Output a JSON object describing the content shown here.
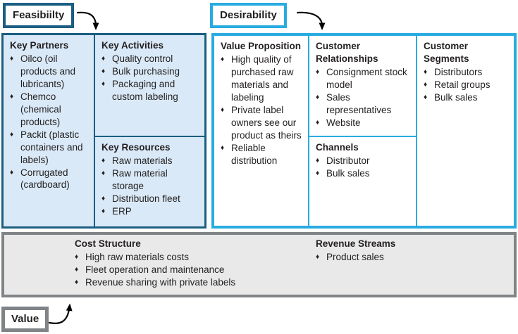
{
  "labels": {
    "feasibility": "Feasibiilty",
    "desirability": "Desirability",
    "value": "Value"
  },
  "bullet_glyph": "♦",
  "colors": {
    "dark_blue": "#1B5E82",
    "bright_blue": "#29ABE2",
    "light_blue_fill": "#D9E9F7",
    "gray_border": "#818486",
    "gray_fill": "#E9E9EA",
    "text": "#231F20",
    "arrow": "#000000"
  },
  "canvas": {
    "key_partners": {
      "title": "Key Partners",
      "items": [
        "Oilco (oil products and lubricants)",
        "Chemco (chemical products)",
        "Packit (plastic containers and labels)",
        "Corrugated (cardboard)"
      ]
    },
    "key_activities": {
      "title": "Key Activities",
      "items": [
        "Quality control",
        "Bulk purchasing",
        "Packaging and custom labeling"
      ]
    },
    "key_resources": {
      "title": "Key Resources",
      "items": [
        "Raw materials",
        "Raw material storage",
        "Distribution fleet",
        "ERP"
      ]
    },
    "value_proposition": {
      "title": "Value Proposition",
      "items": [
        "High quality of purchased raw materials and labeling",
        "Private label owners see our product as theirs",
        "Reliable distribution"
      ]
    },
    "customer_relationships": {
      "title": "Customer Relationships",
      "items": [
        "Consignment stock model",
        "Sales representatives",
        "Website"
      ]
    },
    "channels": {
      "title": "Channels",
      "items": [
        "Distributor",
        "Bulk sales"
      ]
    },
    "customer_segments": {
      "title": "Customer Segments",
      "items": [
        "Distributors",
        "Retail groups",
        "Bulk sales"
      ]
    },
    "cost_structure": {
      "title": "Cost Structure",
      "items": [
        "High raw materials costs",
        "Fleet operation and maintenance",
        "Revenue sharing with private labels"
      ]
    },
    "revenue_streams": {
      "title": "Revenue Streams",
      "items": [
        "Product sales"
      ]
    }
  }
}
